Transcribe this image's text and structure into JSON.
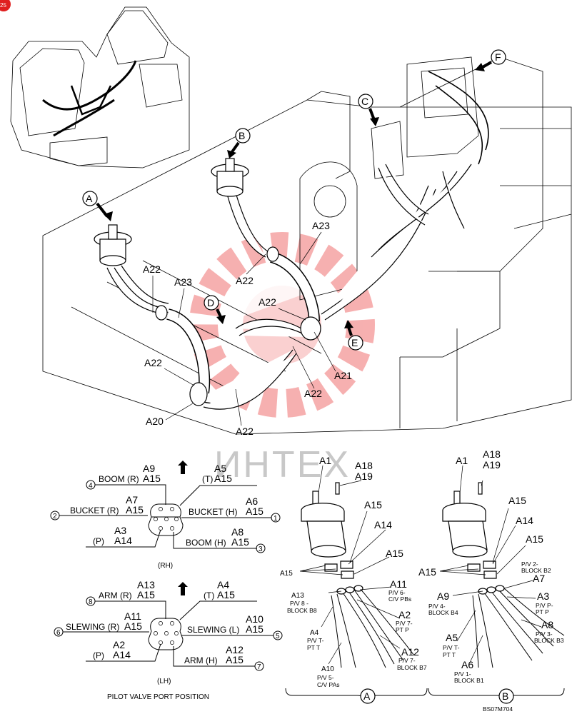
{
  "corner_badge": "25",
  "watermark_text": "ИНТЕХ",
  "watermark_color": "#f07070",
  "view_callouts": [
    "A",
    "B",
    "C",
    "D",
    "E",
    "F"
  ],
  "assembly_labels": {
    "a22_1": "A22",
    "a23_1": "A23",
    "a22_2": "A22",
    "a23_2": "A23",
    "a22_3": "A22",
    "a22_4": "A22",
    "a21": "A21",
    "a22_5": "A22",
    "a20": "A20",
    "a22_6": "A22"
  },
  "port_title": "PILOT VALVE PORT POSITION",
  "rh": {
    "caption": "(RH)",
    "labels": {
      "boom_r": "BOOM  (R)",
      "bucket_r": "BUCKET  (R)",
      "p": "(P)",
      "t": "(T)",
      "bucket_h": "BUCKET  (H)",
      "boom_h": "BOOM  (H)"
    },
    "codes": {
      "a9": "A9",
      "a9b": "A15",
      "a7": "A7",
      "a7b": "A15",
      "a3": "A3",
      "a3b": "A14",
      "a5": "A5",
      "a5b": "A15",
      "a6": "A6",
      "a6b": "A15",
      "a8": "A8",
      "a8b": "A15"
    },
    "ports": [
      "4",
      "2",
      "1",
      "3"
    ]
  },
  "lh": {
    "caption": "(LH)",
    "labels": {
      "arm_r": "ARM  (R)",
      "slew_r": "SLEWING  (R)",
      "p": "(P)",
      "t": "(T)",
      "slew_l": "SLEWING  (L)",
      "arm_h": "ARM  (H)"
    },
    "codes": {
      "a13": "A13",
      "a13b": "A15",
      "a11": "A11",
      "a11b": "A15",
      "a2": "A2",
      "a2b": "A14",
      "a4": "A4",
      "a4b": "A15",
      "a10": "A10",
      "a10b": "A15",
      "a12": "A12",
      "a12b": "A15"
    },
    "ports": [
      "8",
      "6",
      "5",
      "7"
    ]
  },
  "view_a": {
    "label": "A",
    "codes": {
      "a1": "A1",
      "a18": "A18",
      "a19": "A19",
      "a15_1": "A15",
      "a14": "A14",
      "a15_2": "A15",
      "a15_left": "A15",
      "a11": "A11",
      "a13": "A13",
      "a2": "A2",
      "a4": "A4",
      "a12": "A12",
      "a10": "A10"
    },
    "notes": {
      "a11": [
        "P/V 6-",
        "C/V PBs"
      ],
      "a13": [
        "P/V 8 -",
        "BLOCK B8"
      ],
      "a2": [
        "P/V 7-",
        "PT P"
      ],
      "a4": [
        "P/V T-",
        "PT T"
      ],
      "a12": [
        "P/V 7-",
        "BLOCK B7"
      ],
      "a10": [
        "P/V 5-",
        "C/V PAs"
      ]
    }
  },
  "view_b": {
    "label": "B",
    "codes": {
      "a1": "A1",
      "a18": "A18",
      "a19": "A19",
      "a15_1": "A15",
      "a14": "A14",
      "a15_2": "A15",
      "a15_left": "A15",
      "a7": "A7",
      "a9": "A9",
      "a3": "A3",
      "a8": "A8",
      "a5": "A5",
      "a6": "A6"
    },
    "notes": {
      "a7": [
        "P/V 2-",
        "BLOCK B2"
      ],
      "a9": [
        "P/V 4-",
        "BLOCK B4"
      ],
      "a3": [
        "P/V P-",
        "PT P"
      ],
      "a8": [
        "P/V 3-",
        "BLOCK B3"
      ],
      "a5": [
        "P/V T-",
        "PT T"
      ],
      "a6": [
        "P/V 1-",
        "BLOCK B1"
      ]
    }
  },
  "drawing_code": "BS07M704"
}
